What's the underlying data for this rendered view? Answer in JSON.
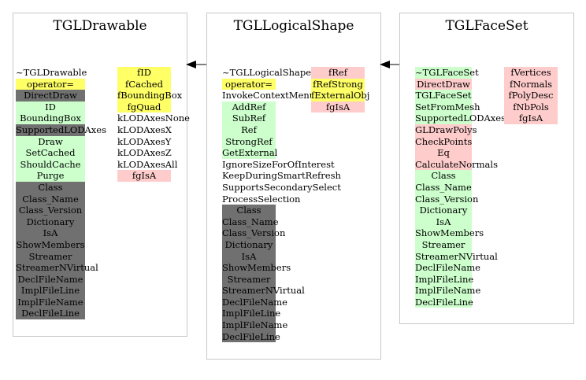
{
  "colors": {
    "public": "#ccffcc",
    "protected": "#ffff66",
    "private": "#ffcccc",
    "inherited": "#707070",
    "border": "#c8c8c8"
  },
  "classes": [
    {
      "title": "TGLDrawable",
      "methods": [
        {
          "label": "~TGLDrawable",
          "kind": "plain"
        },
        {
          "label": "operator=",
          "kind": "protected"
        },
        {
          "label": "DirectDraw",
          "kind": "inherited"
        },
        {
          "label": "ID",
          "kind": "public"
        },
        {
          "label": "BoundingBox",
          "kind": "public"
        },
        {
          "label": "SupportedLODAxes",
          "kind": "inherited"
        },
        {
          "label": "Draw",
          "kind": "public"
        },
        {
          "label": "SetCached",
          "kind": "public"
        },
        {
          "label": "ShouldCache",
          "kind": "public"
        },
        {
          "label": "Purge",
          "kind": "public"
        },
        {
          "label": "Class",
          "kind": "inherited"
        },
        {
          "label": "Class_Name",
          "kind": "inherited"
        },
        {
          "label": "Class_Version",
          "kind": "inherited"
        },
        {
          "label": "Dictionary",
          "kind": "inherited"
        },
        {
          "label": "IsA",
          "kind": "inherited"
        },
        {
          "label": "ShowMembers",
          "kind": "inherited"
        },
        {
          "label": "Streamer",
          "kind": "inherited"
        },
        {
          "label": "StreamerNVirtual",
          "kind": "inherited"
        },
        {
          "label": "DeclFileName",
          "kind": "inherited"
        },
        {
          "label": "ImplFileLine",
          "kind": "inherited"
        },
        {
          "label": "ImplFileName",
          "kind": "inherited"
        },
        {
          "label": "DeclFileLine",
          "kind": "inherited"
        }
      ],
      "members": [
        {
          "label": "fID",
          "kind": "protected"
        },
        {
          "label": "fCached",
          "kind": "protected"
        },
        {
          "label": "fBoundingBox",
          "kind": "protected"
        },
        {
          "label": "fgQuad",
          "kind": "protected"
        },
        {
          "label": "kLODAxesNone",
          "kind": "plain"
        },
        {
          "label": "kLODAxesX",
          "kind": "plain"
        },
        {
          "label": "kLODAxesY",
          "kind": "plain"
        },
        {
          "label": "kLODAxesZ",
          "kind": "plain"
        },
        {
          "label": "kLODAxesAll",
          "kind": "plain"
        },
        {
          "label": "fgIsA",
          "kind": "private"
        }
      ]
    },
    {
      "title": "TGLLogicalShape",
      "methods": [
        {
          "label": "~TGLLogicalShape",
          "kind": "plain"
        },
        {
          "label": "operator=",
          "kind": "protected"
        },
        {
          "label": "InvokeContextMenu",
          "kind": "plain"
        },
        {
          "label": "AddRef",
          "kind": "public"
        },
        {
          "label": "SubRef",
          "kind": "public"
        },
        {
          "label": "Ref",
          "kind": "public"
        },
        {
          "label": "StrongRef",
          "kind": "public"
        },
        {
          "label": "GetExternal",
          "kind": "public"
        },
        {
          "label": "IgnoreSizeForOfInterest",
          "kind": "plain"
        },
        {
          "label": "KeepDuringSmartRefresh",
          "kind": "plain"
        },
        {
          "label": "SupportsSecondarySelect",
          "kind": "plain"
        },
        {
          "label": "ProcessSelection",
          "kind": "plain"
        },
        {
          "label": "Class",
          "kind": "inherited"
        },
        {
          "label": "Class_Name",
          "kind": "inherited"
        },
        {
          "label": "Class_Version",
          "kind": "inherited"
        },
        {
          "label": "Dictionary",
          "kind": "inherited"
        },
        {
          "label": "IsA",
          "kind": "inherited"
        },
        {
          "label": "ShowMembers",
          "kind": "inherited"
        },
        {
          "label": "Streamer",
          "kind": "inherited"
        },
        {
          "label": "StreamerNVirtual",
          "kind": "inherited"
        },
        {
          "label": "DeclFileName",
          "kind": "inherited"
        },
        {
          "label": "ImplFileLine",
          "kind": "inherited"
        },
        {
          "label": "ImplFileName",
          "kind": "inherited"
        },
        {
          "label": "DeclFileLine",
          "kind": "inherited"
        }
      ],
      "members": [
        {
          "label": "fRef",
          "kind": "private"
        },
        {
          "label": "fRefStrong",
          "kind": "protected"
        },
        {
          "label": "fExternalObj",
          "kind": "protected"
        },
        {
          "label": "fgIsA",
          "kind": "private"
        }
      ]
    },
    {
      "title": "TGLFaceSet",
      "methods": [
        {
          "label": "~TGLFaceSet",
          "kind": "public"
        },
        {
          "label": "DirectDraw",
          "kind": "private"
        },
        {
          "label": "TGLFaceSet",
          "kind": "public"
        },
        {
          "label": "SetFromMesh",
          "kind": "public"
        },
        {
          "label": "SupportedLODAxes",
          "kind": "public"
        },
        {
          "label": "GLDrawPolys",
          "kind": "private"
        },
        {
          "label": "CheckPoints",
          "kind": "private"
        },
        {
          "label": "Eq",
          "kind": "private"
        },
        {
          "label": "CalculateNormals",
          "kind": "private"
        },
        {
          "label": "Class",
          "kind": "public"
        },
        {
          "label": "Class_Name",
          "kind": "public"
        },
        {
          "label": "Class_Version",
          "kind": "public"
        },
        {
          "label": "Dictionary",
          "kind": "public"
        },
        {
          "label": "IsA",
          "kind": "public"
        },
        {
          "label": "ShowMembers",
          "kind": "public"
        },
        {
          "label": "Streamer",
          "kind": "public"
        },
        {
          "label": "StreamerNVirtual",
          "kind": "public"
        },
        {
          "label": "DeclFileName",
          "kind": "public"
        },
        {
          "label": "ImplFileLine",
          "kind": "public"
        },
        {
          "label": "ImplFileName",
          "kind": "public"
        },
        {
          "label": "DeclFileLine",
          "kind": "public"
        }
      ],
      "members": [
        {
          "label": "fVertices",
          "kind": "private"
        },
        {
          "label": "fNormals",
          "kind": "private"
        },
        {
          "label": "fPolyDesc",
          "kind": "private"
        },
        {
          "label": "fNbPols",
          "kind": "private"
        },
        {
          "label": "fgIsA",
          "kind": "private"
        }
      ]
    }
  ],
  "arrows": [
    {
      "from": "TGLLogicalShape",
      "to": "TGLDrawable",
      "color": "#000000"
    },
    {
      "from": "TGLFaceSet",
      "to": "TGLLogicalShape",
      "color": "#000000"
    }
  ]
}
